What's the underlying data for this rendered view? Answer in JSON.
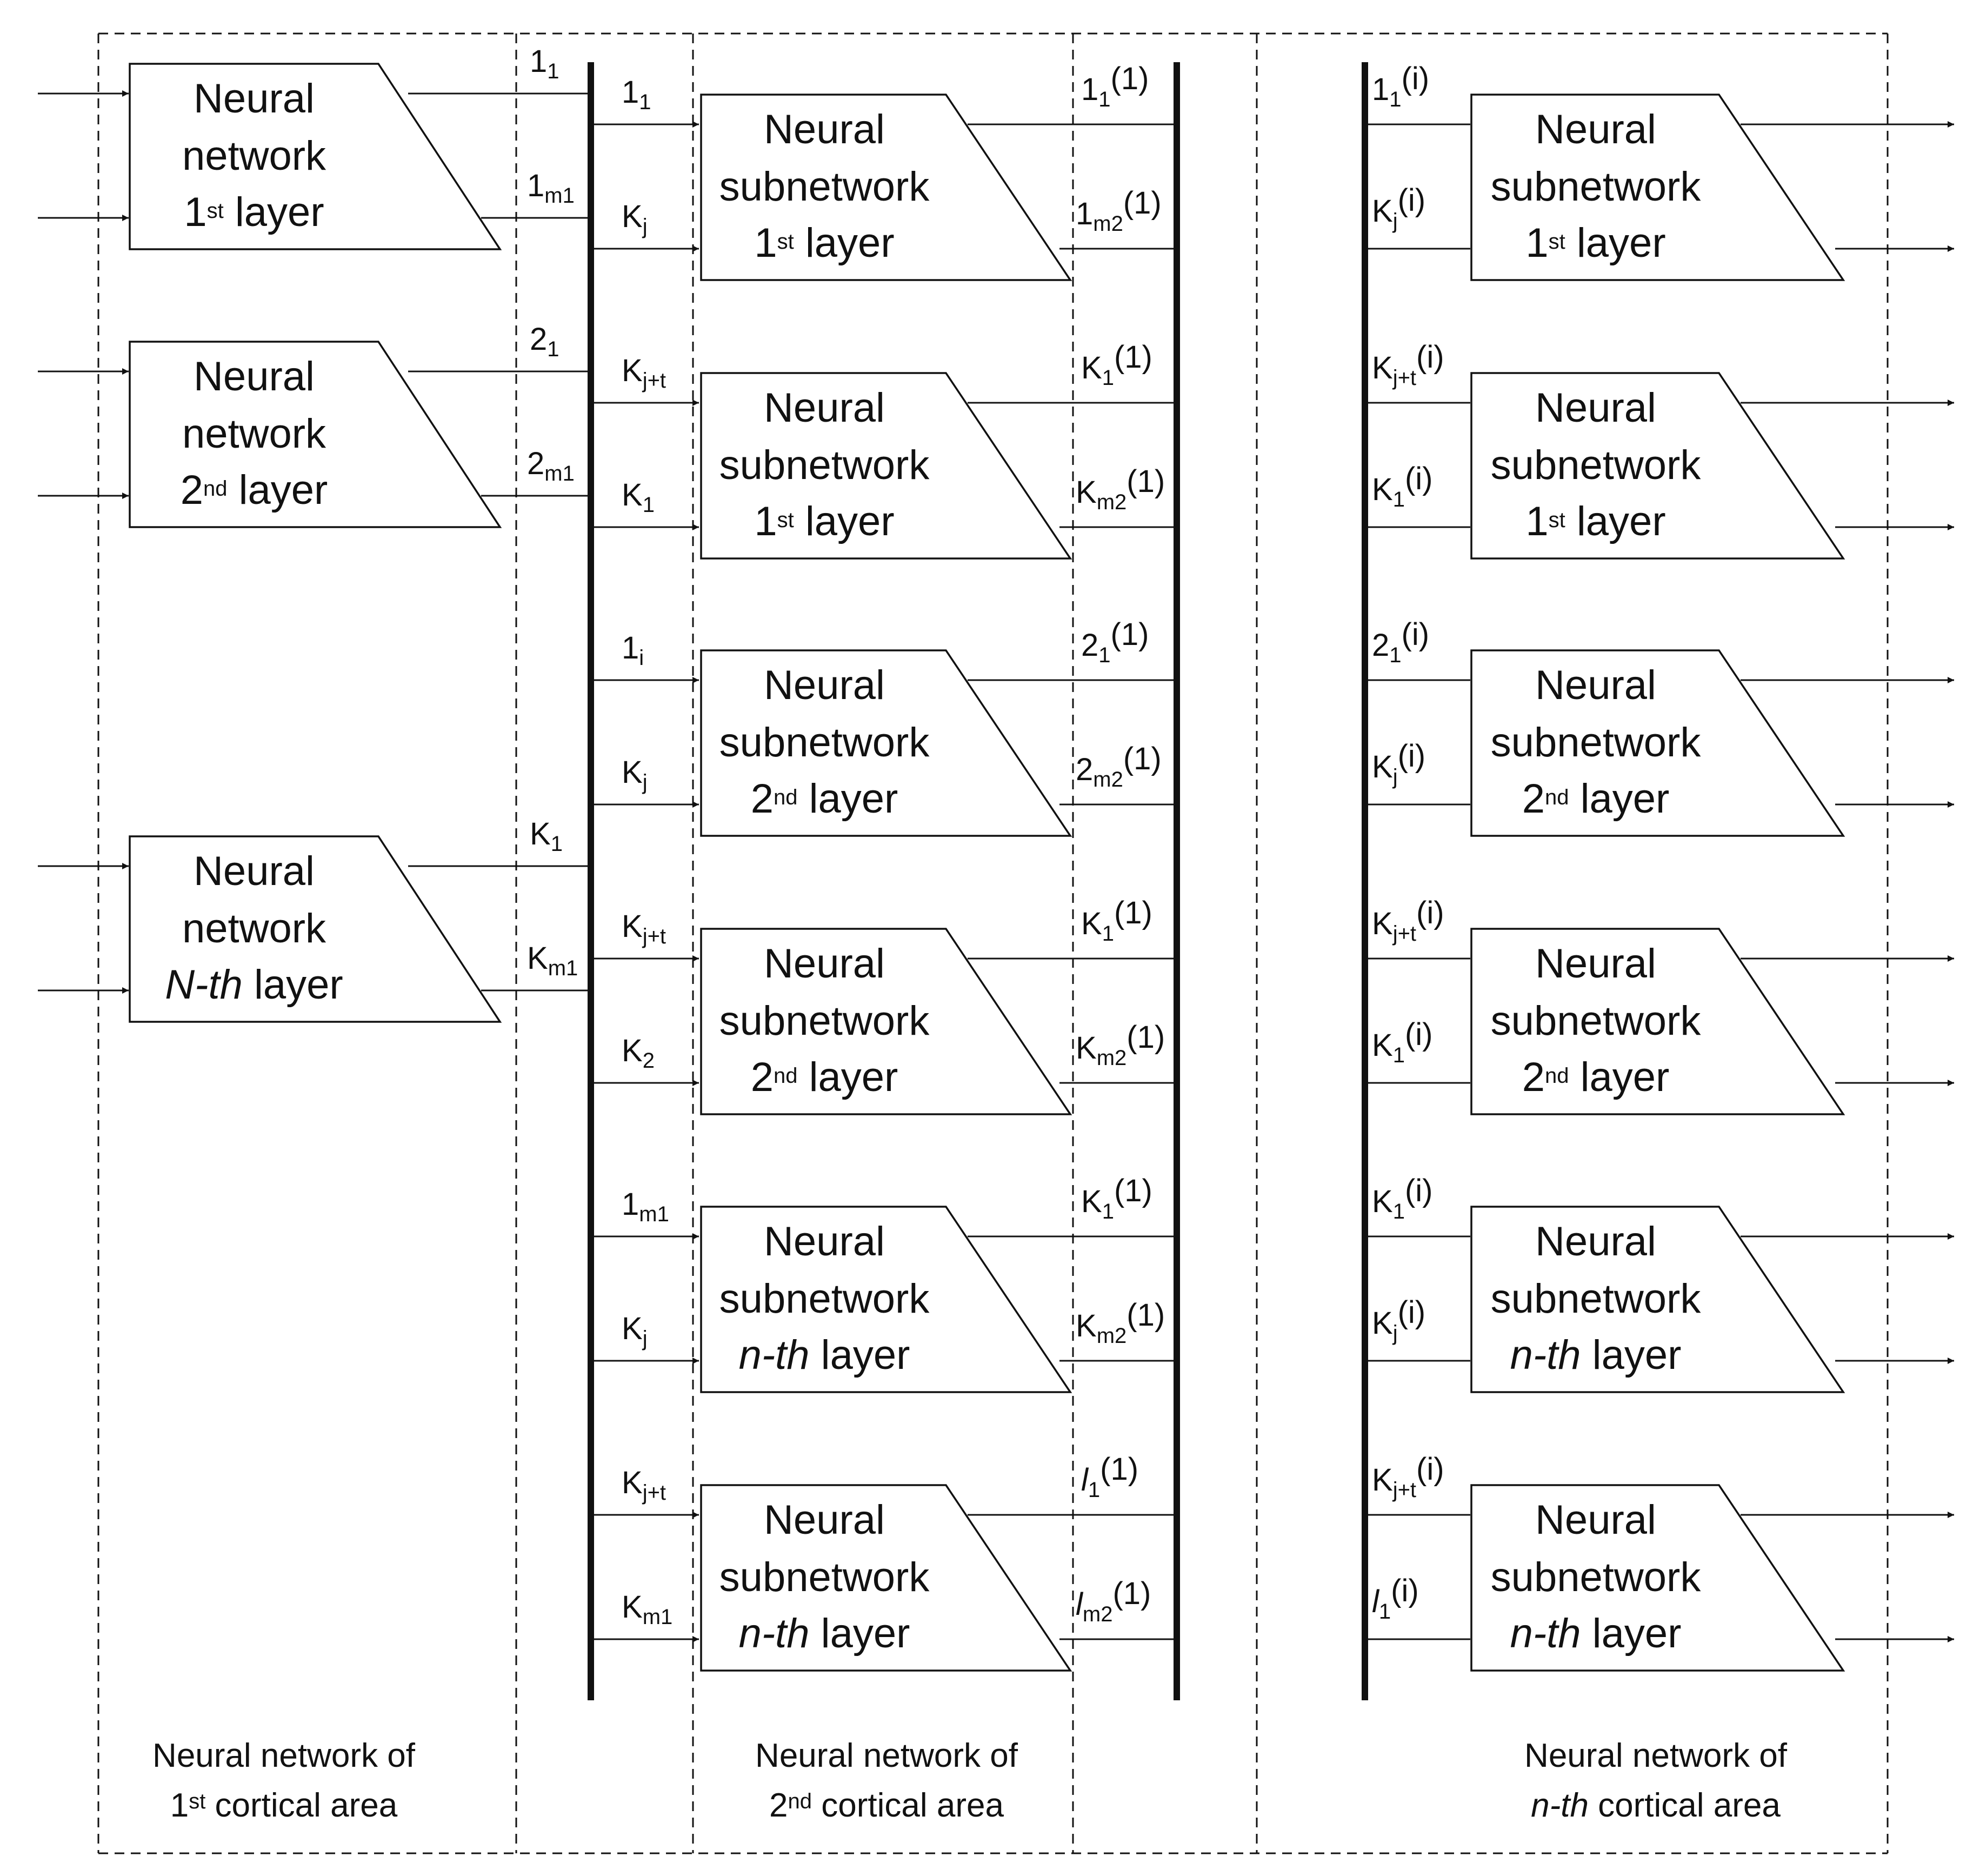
{
  "first_area": {
    "blocks": [
      {
        "line1": "Neural",
        "line2": "network",
        "layer_num": "1",
        "layer_sup": "st",
        "layer_word": " layer",
        "out_top": {
          "base": "1",
          "sub": "1",
          "sup": ""
        },
        "out_bottom": {
          "base": "1",
          "sub": "m1",
          "sup": ""
        }
      },
      {
        "line1": "Neural",
        "line2": "network",
        "layer_num": "2",
        "layer_sup": "nd",
        "layer_word": " layer",
        "out_top": {
          "base": "2",
          "sub": "1",
          "sup": ""
        },
        "out_bottom": {
          "base": "2",
          "sub": "m1",
          "sup": ""
        }
      },
      {
        "line1": "Neural",
        "line2": "network",
        "layer_num": "N-th",
        "layer_sup": "",
        "layer_word": " layer",
        "out_top": {
          "base": "K",
          "sub": "1",
          "sup": ""
        },
        "out_bottom": {
          "base": "K",
          "sub": "m1",
          "sup": ""
        }
      }
    ],
    "caption_line1": "Neural network of",
    "caption_num": "1",
    "caption_sup": "st",
    "caption_rest": " cortical area"
  },
  "second_area": {
    "blocks": [
      {
        "line1": "Neural",
        "line2": "subnetwork",
        "layer_num": "1",
        "layer_sup": "st",
        "layer_word": " layer",
        "in_top": {
          "base": "1",
          "sub": "1",
          "sup": ""
        },
        "in_bottom": {
          "base": "K",
          "sub": "j",
          "sup": ""
        },
        "out_top": {
          "base": "1",
          "sub": "1",
          "sup": "(1)"
        },
        "out_bottom": {
          "base": "1",
          "sub": "m2",
          "sup": "(1)"
        }
      },
      {
        "line1": "Neural",
        "line2": "subnetwork",
        "layer_num": "1",
        "layer_sup": "st",
        "layer_word": " layer",
        "in_top": {
          "base": "K",
          "sub": "j+t",
          "sup": ""
        },
        "in_bottom": {
          "base": "K",
          "sub": "1",
          "sup": ""
        },
        "out_top": {
          "base": "K",
          "sub": "1",
          "sup": "(1)"
        },
        "out_bottom": {
          "base": "K",
          "sub": "m2",
          "sup": "(1)"
        }
      },
      {
        "line1": "Neural",
        "line2": "subnetwork",
        "layer_num": "2",
        "layer_sup": "nd",
        "layer_word": " layer",
        "in_top": {
          "base": "1",
          "sub": "i",
          "sup": ""
        },
        "in_bottom": {
          "base": "K",
          "sub": "j",
          "sup": ""
        },
        "out_top": {
          "base": "2",
          "sub": "1",
          "sup": "(1)"
        },
        "out_bottom": {
          "base": "2",
          "sub": "m2",
          "sup": "(1)"
        }
      },
      {
        "line1": "Neural",
        "line2": "subnetwork",
        "layer_num": "2",
        "layer_sup": "nd",
        "layer_word": " layer",
        "in_top": {
          "base": "K",
          "sub": "j+t",
          "sup": ""
        },
        "in_bottom": {
          "base": "K",
          "sub": "2",
          "sup": ""
        },
        "out_top": {
          "base": "K",
          "sub": "1",
          "sup": "(1)"
        },
        "out_bottom": {
          "base": "K",
          "sub": "m2",
          "sup": "(1)"
        }
      },
      {
        "line1": "Neural",
        "line2": "subnetwork",
        "layer_num": "n-th",
        "layer_sup": "",
        "layer_word": " layer",
        "in_top": {
          "base": "1",
          "sub": "m1",
          "sup": ""
        },
        "in_bottom": {
          "base": "K",
          "sub": "j",
          "sup": ""
        },
        "out_top": {
          "base": "K",
          "sub": "1",
          "sup": "(1)"
        },
        "out_bottom": {
          "base": "K",
          "sub": "m2",
          "sup": "(1)"
        }
      },
      {
        "line1": "Neural",
        "line2": "subnetwork",
        "layer_num": "n-th",
        "layer_sup": "",
        "layer_word": " layer",
        "in_top": {
          "base": "K",
          "sub": "j+t",
          "sup": ""
        },
        "in_bottom": {
          "base": "K",
          "sub": "m1",
          "sup": ""
        },
        "out_top": {
          "base": "l",
          "sub": "1",
          "sup": "(1)"
        },
        "out_bottom": {
          "base": "l",
          "sub": "m2",
          "sup": "(1)"
        }
      }
    ],
    "caption_line1": "Neural network of",
    "caption_num": "2",
    "caption_sup": "nd",
    "caption_rest": " cortical area"
  },
  "nth_area": {
    "blocks": [
      {
        "line1": "Neural",
        "line2": "subnetwork",
        "layer_num": "1",
        "layer_sup": "st",
        "layer_word": " layer",
        "in_top": {
          "base": "1",
          "sub": "1",
          "sup": "(i)"
        },
        "in_bottom": {
          "base": "K",
          "sub": "j",
          "sup": "(i)"
        }
      },
      {
        "line1": "Neural",
        "line2": "subnetwork",
        "layer_num": "1",
        "layer_sup": "st",
        "layer_word": " layer",
        "in_top": {
          "base": "K",
          "sub": "j+t",
          "sup": "(i)"
        },
        "in_bottom": {
          "base": "K",
          "sub": "1",
          "sup": "(i)"
        }
      },
      {
        "line1": "Neural",
        "line2": "subnetwork",
        "layer_num": "2",
        "layer_sup": "nd",
        "layer_word": " layer",
        "in_top": {
          "base": "2",
          "sub": "1",
          "sup": "(i)"
        },
        "in_bottom": {
          "base": "K",
          "sub": "j",
          "sup": "(i)"
        }
      },
      {
        "line1": "Neural",
        "line2": "subnetwork",
        "layer_num": "2",
        "layer_sup": "nd",
        "layer_word": " layer",
        "in_top": {
          "base": "K",
          "sub": "j+t",
          "sup": "(i)"
        },
        "in_bottom": {
          "base": "K",
          "sub": "1",
          "sup": "(i)"
        }
      },
      {
        "line1": "Neural",
        "line2": "subnetwork",
        "layer_num": "n-th",
        "layer_sup": "",
        "layer_word": " layer",
        "in_top": {
          "base": "K",
          "sub": "1",
          "sup": "(i)"
        },
        "in_bottom": {
          "base": "K",
          "sub": "j",
          "sup": "(i)"
        }
      },
      {
        "line1": "Neural",
        "line2": "subnetwork",
        "layer_num": "n-th",
        "layer_sup": "",
        "layer_word": " layer",
        "in_top": {
          "base": "K",
          "sub": "j+t",
          "sup": "(i)"
        },
        "in_bottom": {
          "base": "l",
          "sub": "1",
          "sup": "(i)"
        }
      }
    ],
    "caption_line1": "Neural network of",
    "caption_num": "n-th",
    "caption_sup": "",
    "caption_rest": " cortical area"
  }
}
